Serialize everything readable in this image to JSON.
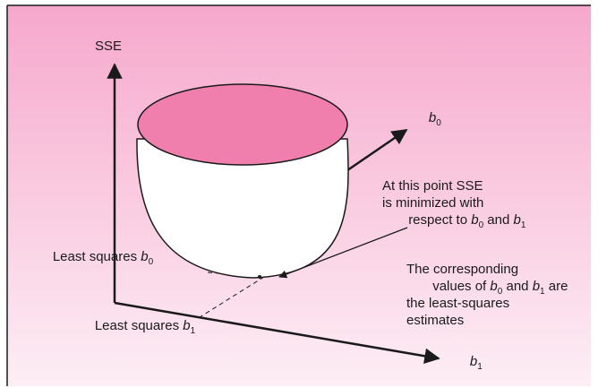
{
  "labels": {
    "axis_sse": "SSE",
    "axis_b0": {
      "base": "b",
      "sub": "0"
    },
    "axis_b1": {
      "base": "b",
      "sub": "1"
    },
    "least_squares_b0": {
      "prefix": "Least squares ",
      "base": "b",
      "sub": "0"
    },
    "least_squares_b1": {
      "prefix": "Least squares ",
      "base": "b",
      "sub": "1"
    },
    "annotation_min": {
      "line1": "At this point SSE",
      "line2": "is minimized with",
      "line3_prefix": "respect to ",
      "and": " and ",
      "var": "b",
      "sub0": "0",
      "sub1": "1"
    },
    "annotation_values": {
      "line1": "The corresponding",
      "line2_prefix": "values of ",
      "and": " and ",
      "line2_suffix": " are",
      "var": "b",
      "sub0": "0",
      "sub1": "1",
      "line3": "the least-squares",
      "line4": "estimates"
    }
  },
  "colors": {
    "background_top": "#f6a8cc",
    "background_bottom": "#fdeef5",
    "bowl_rim": "#f07fae",
    "bowl_body": "#ffffff",
    "ink": "#1a1a1a"
  }
}
